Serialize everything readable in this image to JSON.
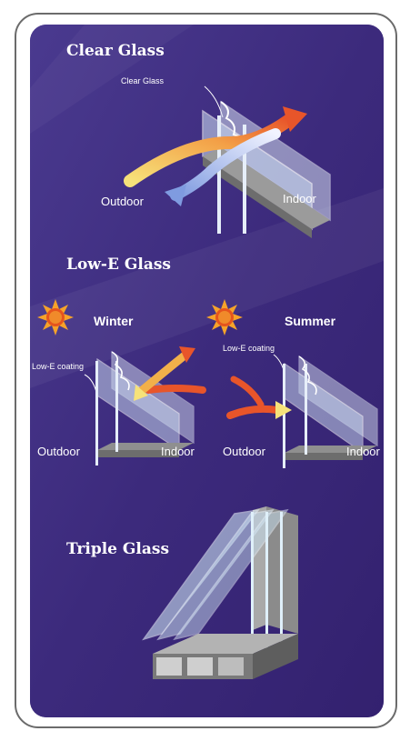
{
  "sections": {
    "clear": {
      "title": "Clear Glass",
      "pane_label": "Clear Glass",
      "outdoor": "Outdoor",
      "indoor": "Indoor"
    },
    "lowe": {
      "title": "Low-E Glass",
      "winter": {
        "season": "Winter",
        "coating_label": "Low-E coating",
        "outdoor": "Outdoor",
        "indoor": "Indoor"
      },
      "summer": {
        "season": "Summer",
        "coating_label": "Low-E coating",
        "outdoor": "Outdoor",
        "indoor": "Indoor"
      }
    },
    "triple": {
      "title": "Triple  Glass"
    }
  },
  "icons": [
    "sun-icon",
    "heat-arrow-icon"
  ],
  "colors": {
    "background": "#3e2a7e",
    "glass": "#c9d8ee",
    "frame": "#8e8e8e",
    "arrow_hot": "#e8552a",
    "arrow_warm": "#f6d35a",
    "arrow_cool": "#9fb8ea"
  }
}
